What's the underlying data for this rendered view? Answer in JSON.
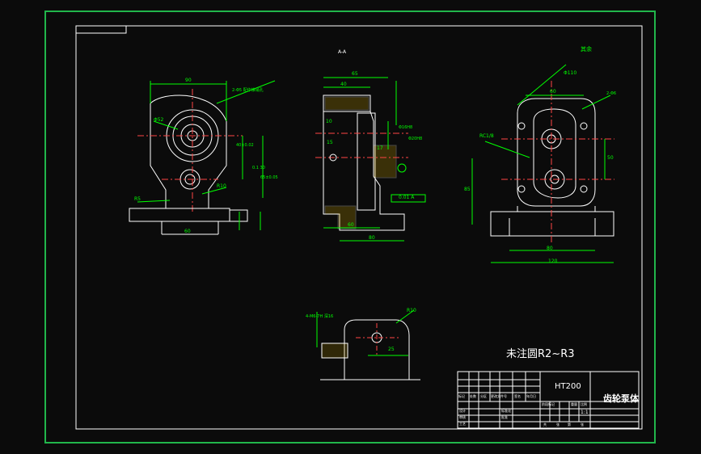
{
  "drawing": {
    "part_name": "齿轮泵体",
    "material": "HT200",
    "note_fillet": "未注圆R2~R3",
    "roughness_note": "其余",
    "scale": "1:1",
    "section_label": "A-A"
  },
  "dimensions": {
    "front_view": [
      "90",
      "60",
      "R5",
      "R10",
      "2-Φ5 配作锥销孔",
      "Φ52",
      "40±0.02",
      "0.1 30",
      "65±0.05"
    ],
    "section_view": [
      "65",
      "40",
      "10",
      "15",
      "17",
      "80",
      "60",
      "Φ16H8",
      "Φ20H8",
      "0.01 A"
    ],
    "side_view": [
      "Φ110",
      "60",
      "2-Φ6",
      "RC1/8",
      "85",
      "120",
      "80",
      "50"
    ],
    "detail_view": [
      "4-M6-7H 深16",
      "R10",
      "25"
    ]
  },
  "title_block": {
    "row_labels": [
      "标记",
      "处数",
      "分区",
      "更改文件号",
      "签名",
      "年月日"
    ],
    "design_labels": [
      "设计",
      "审核",
      "工艺"
    ],
    "mid_labels": [
      "标准化",
      "批准"
    ],
    "stage_labels": [
      "阶段标记",
      "重量",
      "比例"
    ],
    "sheet_labels": [
      "共",
      "张",
      "第",
      "张"
    ]
  }
}
